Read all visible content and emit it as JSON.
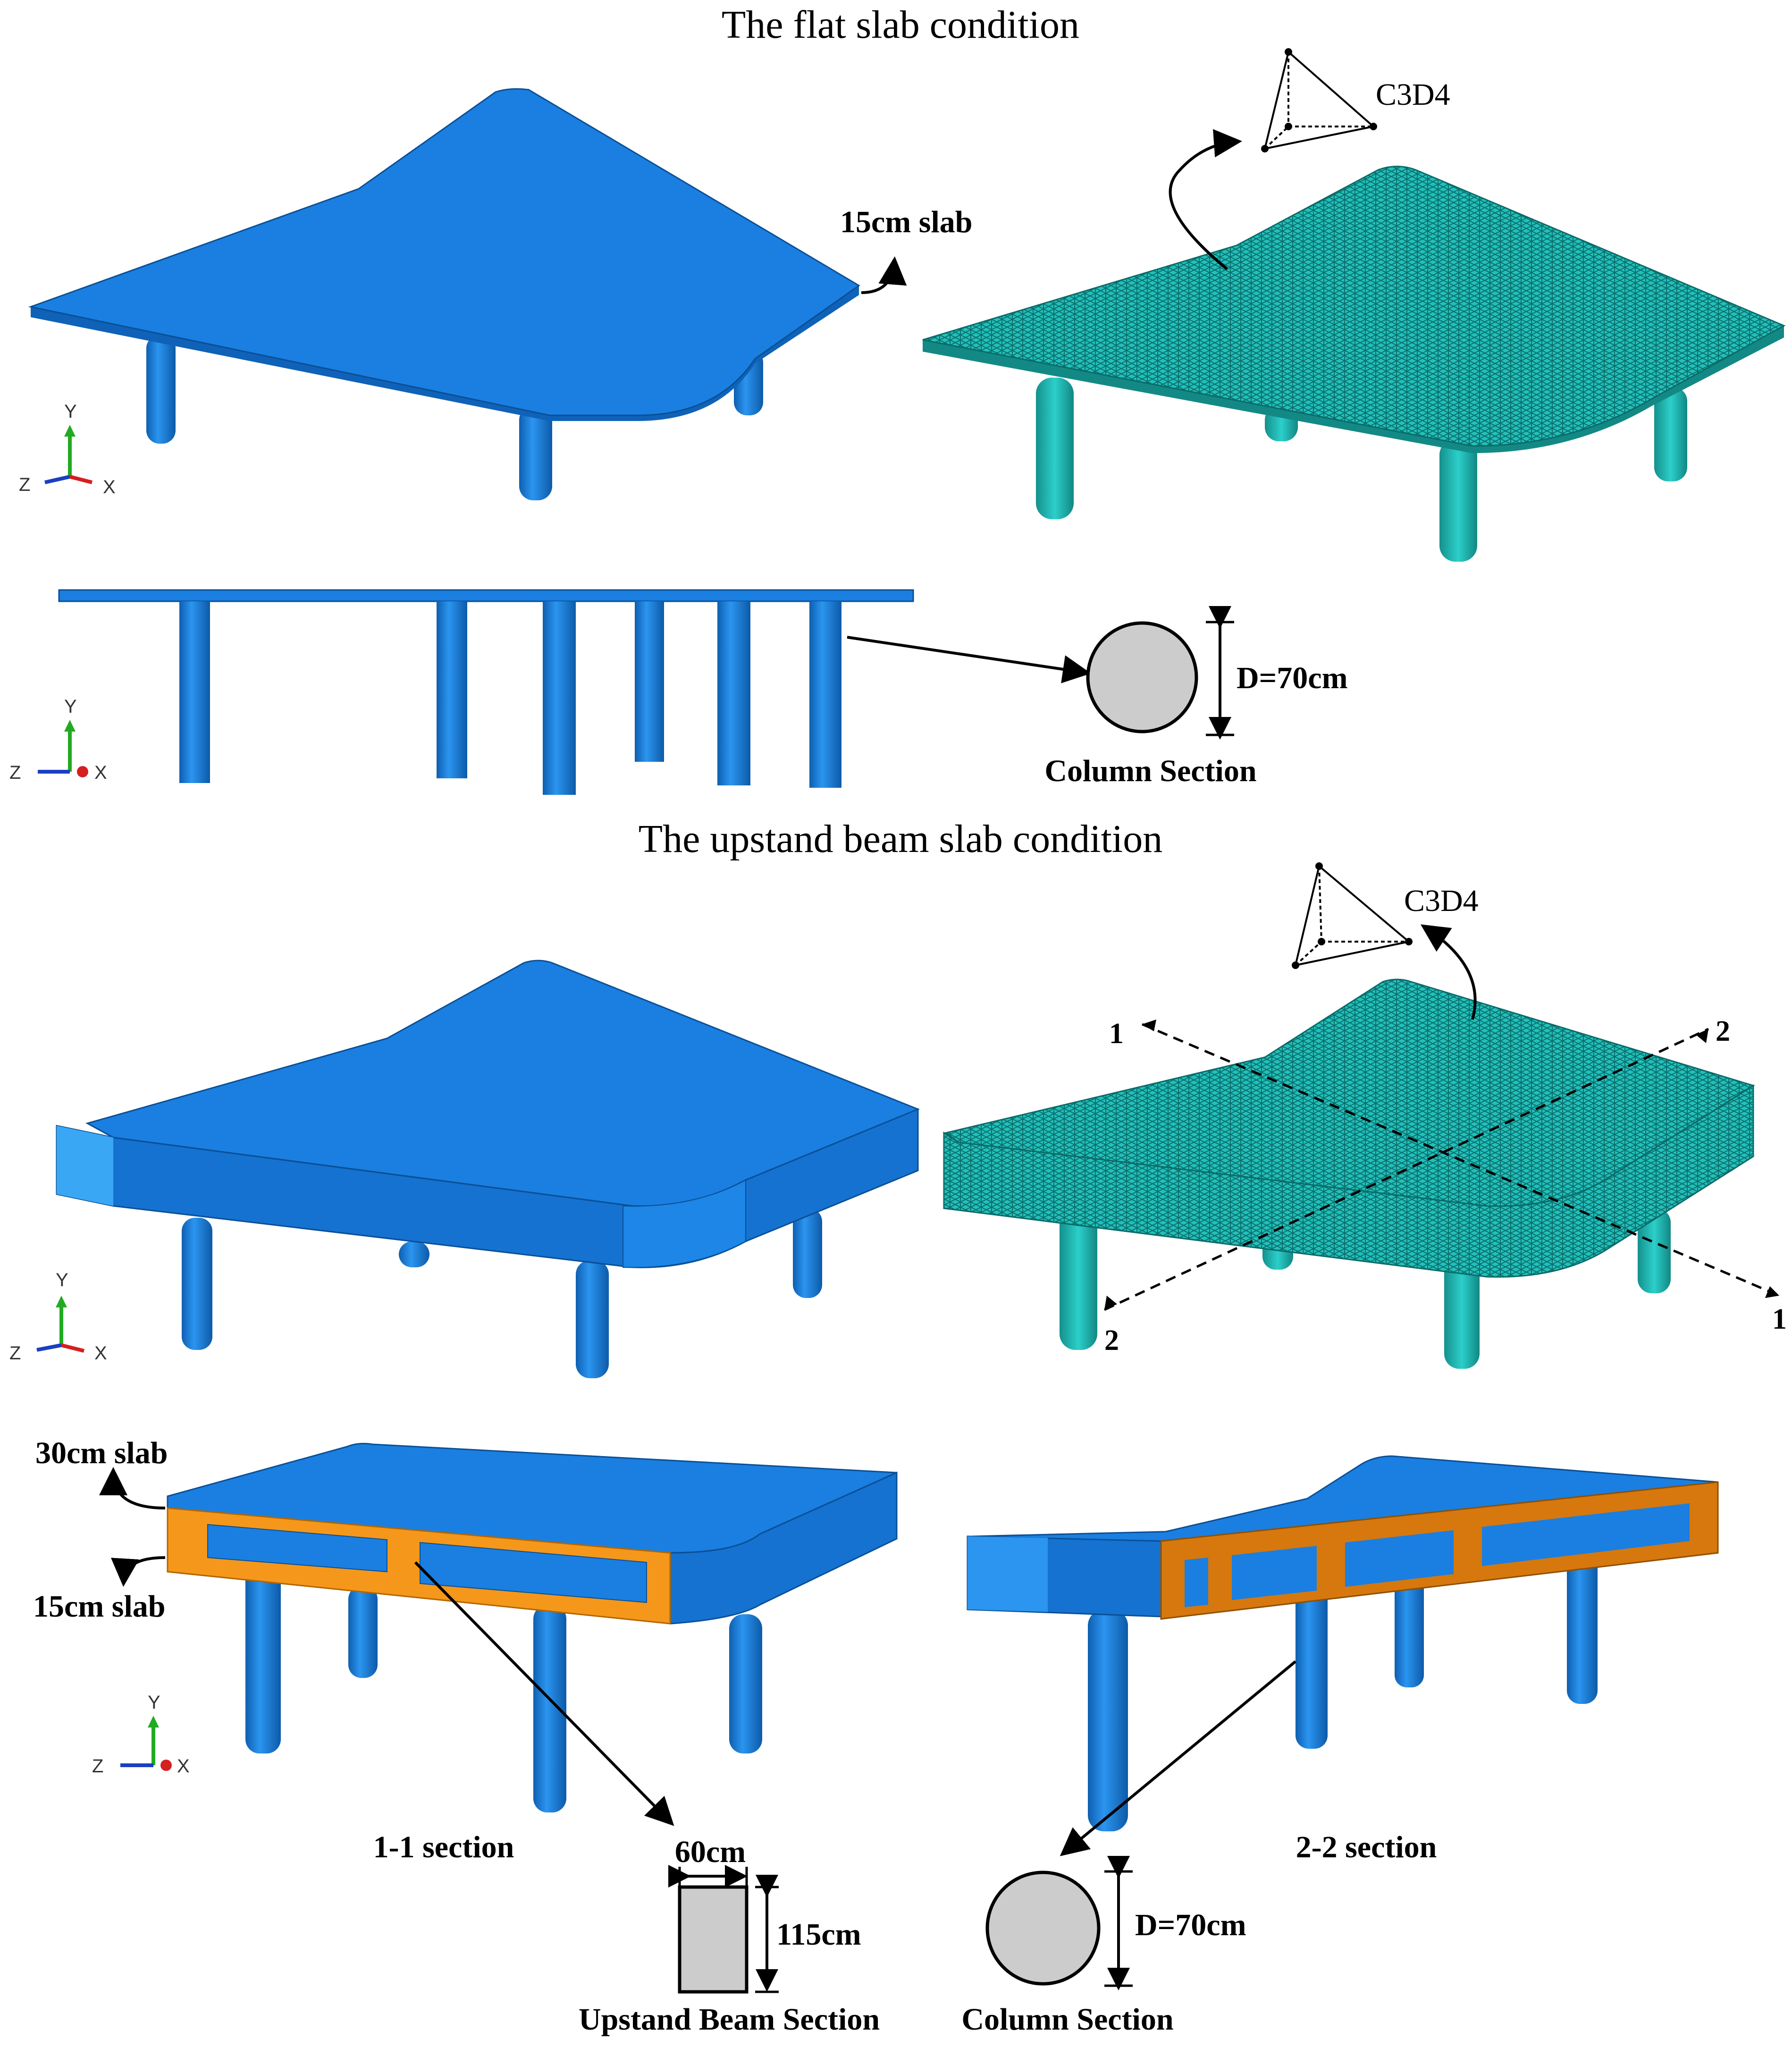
{
  "titles": {
    "flat": "The flat slab condition",
    "upstand": "The upstand beam slab condition"
  },
  "labels": {
    "slab15_top": "15cm slab",
    "c3d4_top": "C3D4",
    "d70_top": "D=70cm",
    "column_section_top": "Column Section",
    "c3d4_bottom": "C3D4",
    "cut1_a": "1",
    "cut1_b": "1",
    "cut2_a": "2",
    "cut2_b": "2",
    "slab30": "30cm slab",
    "slab15_bottom": "15cm slab",
    "section11": "1-1 section",
    "section22": "2-2 section",
    "w60": "60cm",
    "h115": "115cm",
    "upstand_beam_section": "Upstand Beam Section",
    "d70_bottom": "D=70cm",
    "column_section_bottom": "Column Section"
  },
  "axes": {
    "y": "Y",
    "z": "Z",
    "x": "X"
  },
  "colors": {
    "slab": "#1a7fe0",
    "slab_dark": "#0f62b8",
    "mesh": "#1fb8b4",
    "cut": "#f5971a",
    "section_fill": "#cccccc",
    "axis_y": "#22aa22",
    "axis_z": "#1a3fc0",
    "axis_x": "#d42020"
  }
}
